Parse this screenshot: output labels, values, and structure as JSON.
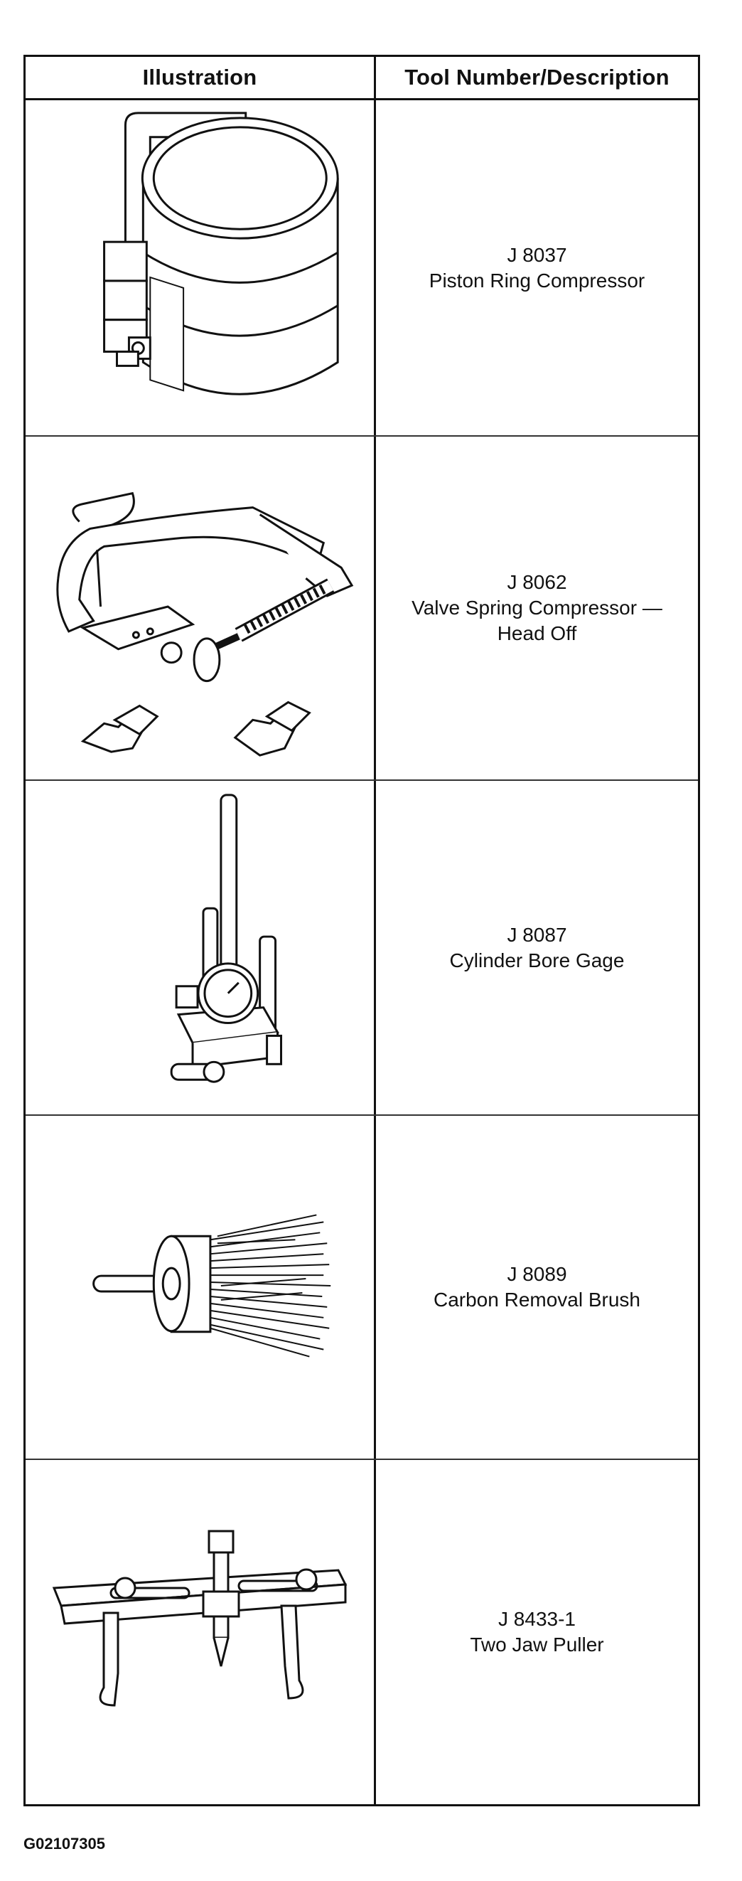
{
  "table": {
    "header": {
      "illustration": "Illustration",
      "tool": "Tool Number/Description"
    },
    "rows": [
      {
        "tool_number": "J 8037",
        "description": "Piston Ring Compressor",
        "icon": "piston-ring-compressor-icon"
      },
      {
        "tool_number": "J 8062",
        "description": "Valve Spring Compressor —\nHead Off",
        "icon": "valve-spring-compressor-icon"
      },
      {
        "tool_number": "J 8087",
        "description": "Cylinder Bore Gage",
        "icon": "cylinder-bore-gage-icon"
      },
      {
        "tool_number": "J 8089",
        "description": "Carbon Removal Brush",
        "icon": "carbon-removal-brush-icon"
      },
      {
        "tool_number": "J 8433-1",
        "description": "Two Jaw Puller",
        "icon": "two-jaw-puller-icon"
      }
    ]
  },
  "footer": {
    "code": "G02107305"
  }
}
